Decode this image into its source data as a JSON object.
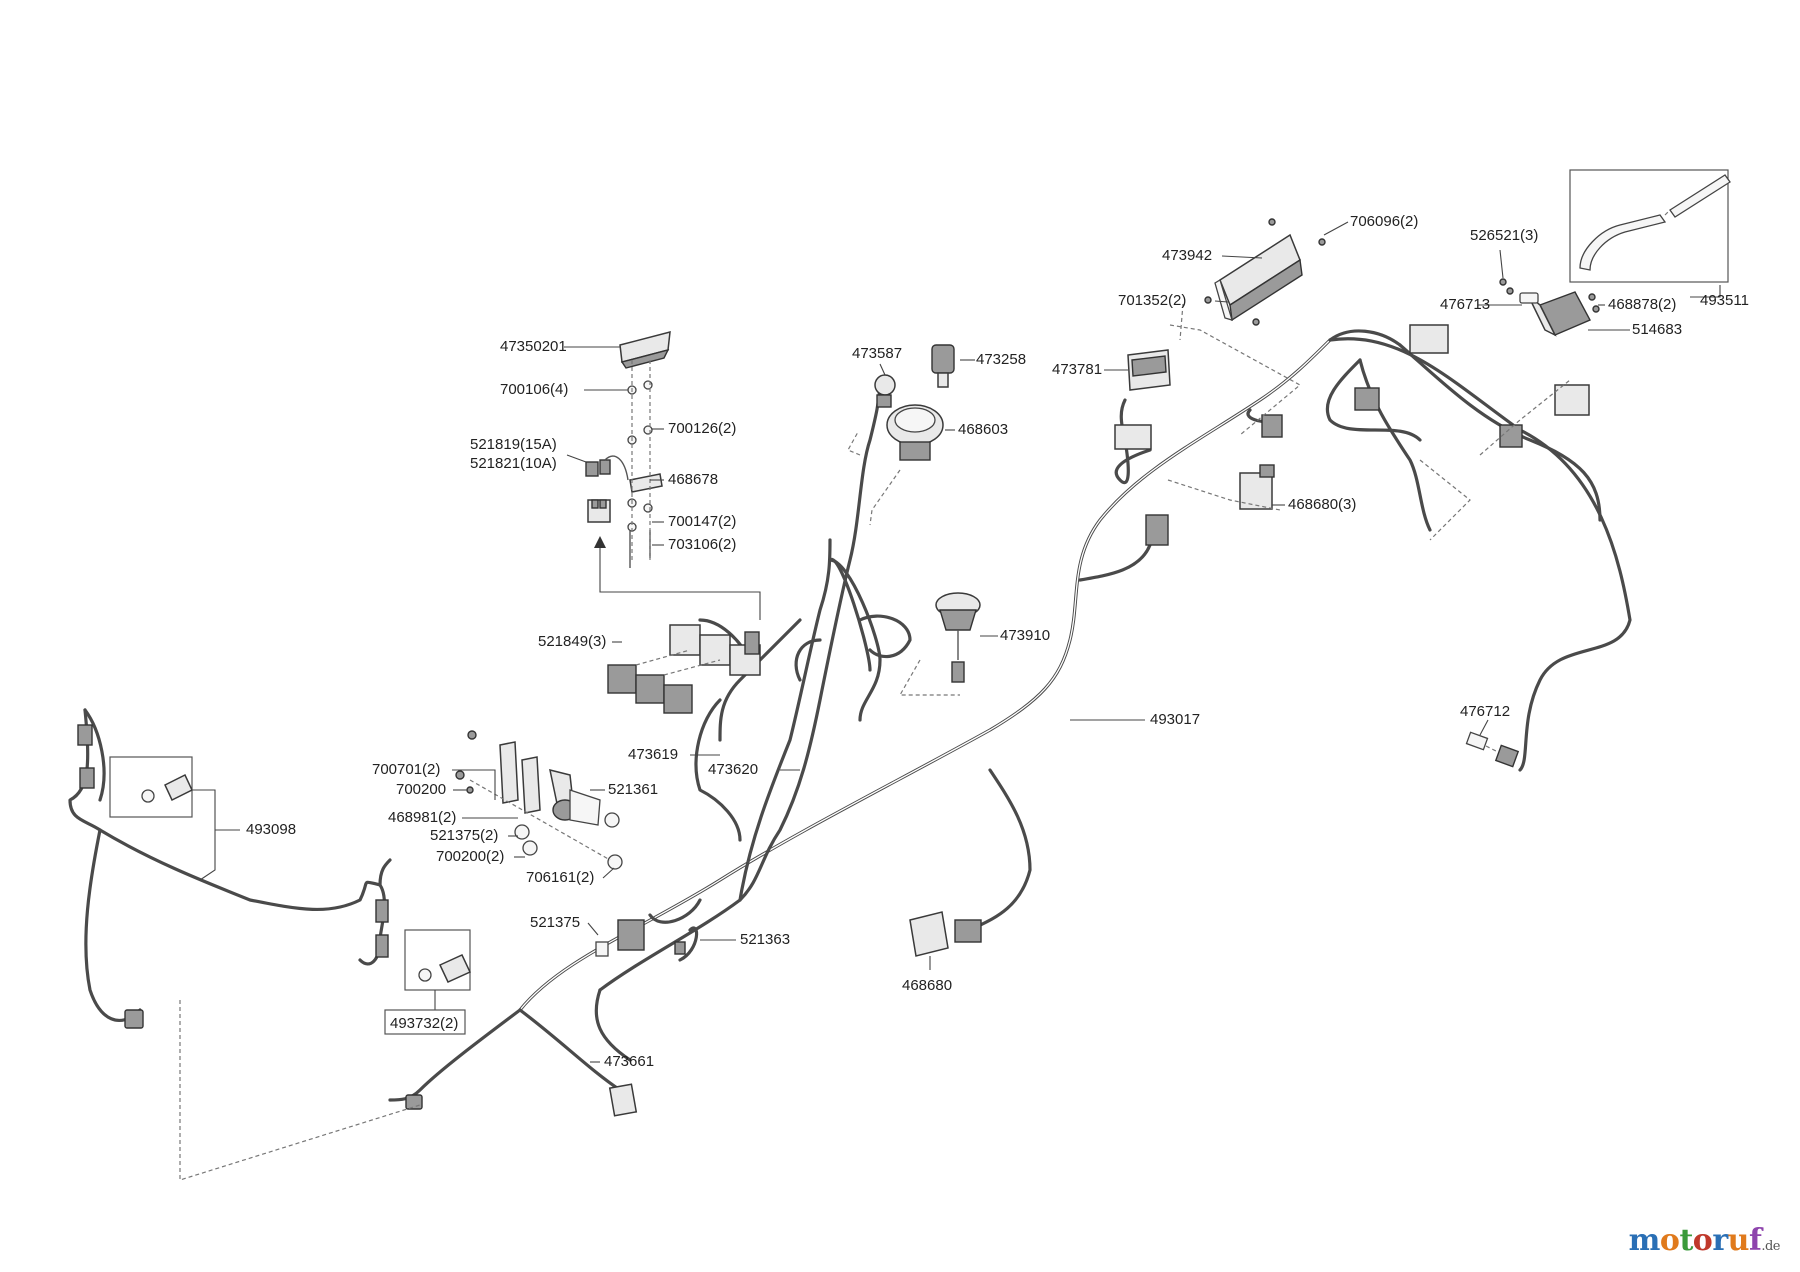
{
  "labels": {
    "p706096": "706096(2)",
    "p473942": "473942",
    "p701352": "701352(2)",
    "p526521": "526521(3)",
    "p476713": "476713",
    "p468878": "468878(2)",
    "p493511": "493511",
    "p514683": "514683",
    "p47350201": "47350201",
    "p700106": "700106(4)",
    "p700126": "700126(2)",
    "p521819": "521819(15A)",
    "p521821": "521821(10A)",
    "p468678": "468678",
    "p700147": "700147(2)",
    "p703106": "703106(2)",
    "p473587": "473587",
    "p473258": "473258",
    "p468603": "468603",
    "p473781": "473781",
    "p468680_3": "468680(3)",
    "p521849": "521849(3)",
    "p473910": "473910",
    "p493017": "493017",
    "p473619": "473619",
    "p473620": "473620",
    "p476712": "476712",
    "p700701": "700701(2)",
    "p700200": "700200",
    "p521361": "521361",
    "p493098": "493098",
    "p468981": "468981(2)",
    "p521375_2": "521375(2)",
    "p700200_2": "700200(2)",
    "p706161": "706161(2)",
    "p521375": "521375",
    "p521363": "521363",
    "p468680": "468680",
    "p493732": "493732(2)",
    "p473661": "473661"
  },
  "watermark": {
    "colors": [
      "#2a6fb5",
      "#e07a1c",
      "#3a9a3a",
      "#c0392b",
      "#2a6fb5",
      "#e07a1c",
      "#8e44ad"
    ],
    "letters": [
      "m",
      "o",
      "t",
      "o",
      "r",
      "u",
      "f"
    ],
    "suffix": ".de"
  }
}
